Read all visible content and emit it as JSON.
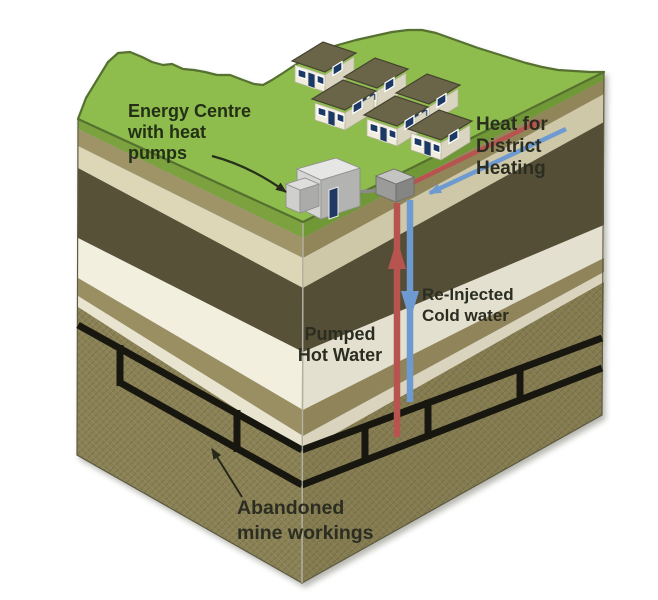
{
  "labels": {
    "energy_centre": {
      "line1": "Energy Centre",
      "line2": "with heat",
      "line3": "pumps"
    },
    "district_heating": {
      "line1": "Heat for",
      "line2": "District",
      "line3": "Heating"
    },
    "pumped_hot_water": {
      "line1": "Pumped",
      "line2": "Hot Water"
    },
    "reinjected_cold_water": {
      "line1": "Re-Injected",
      "line2": "Cold water"
    },
    "abandoned_mine": {
      "line1": "Abandoned",
      "line2": "mine workings"
    }
  },
  "houses": {
    "count": "6"
  },
  "colors": {
    "hot_water_pipe": "#b85450",
    "cold_water_pipe": "#6d9ad0",
    "grass": "#8ebc4d",
    "mine_workings": "#17170f"
  }
}
